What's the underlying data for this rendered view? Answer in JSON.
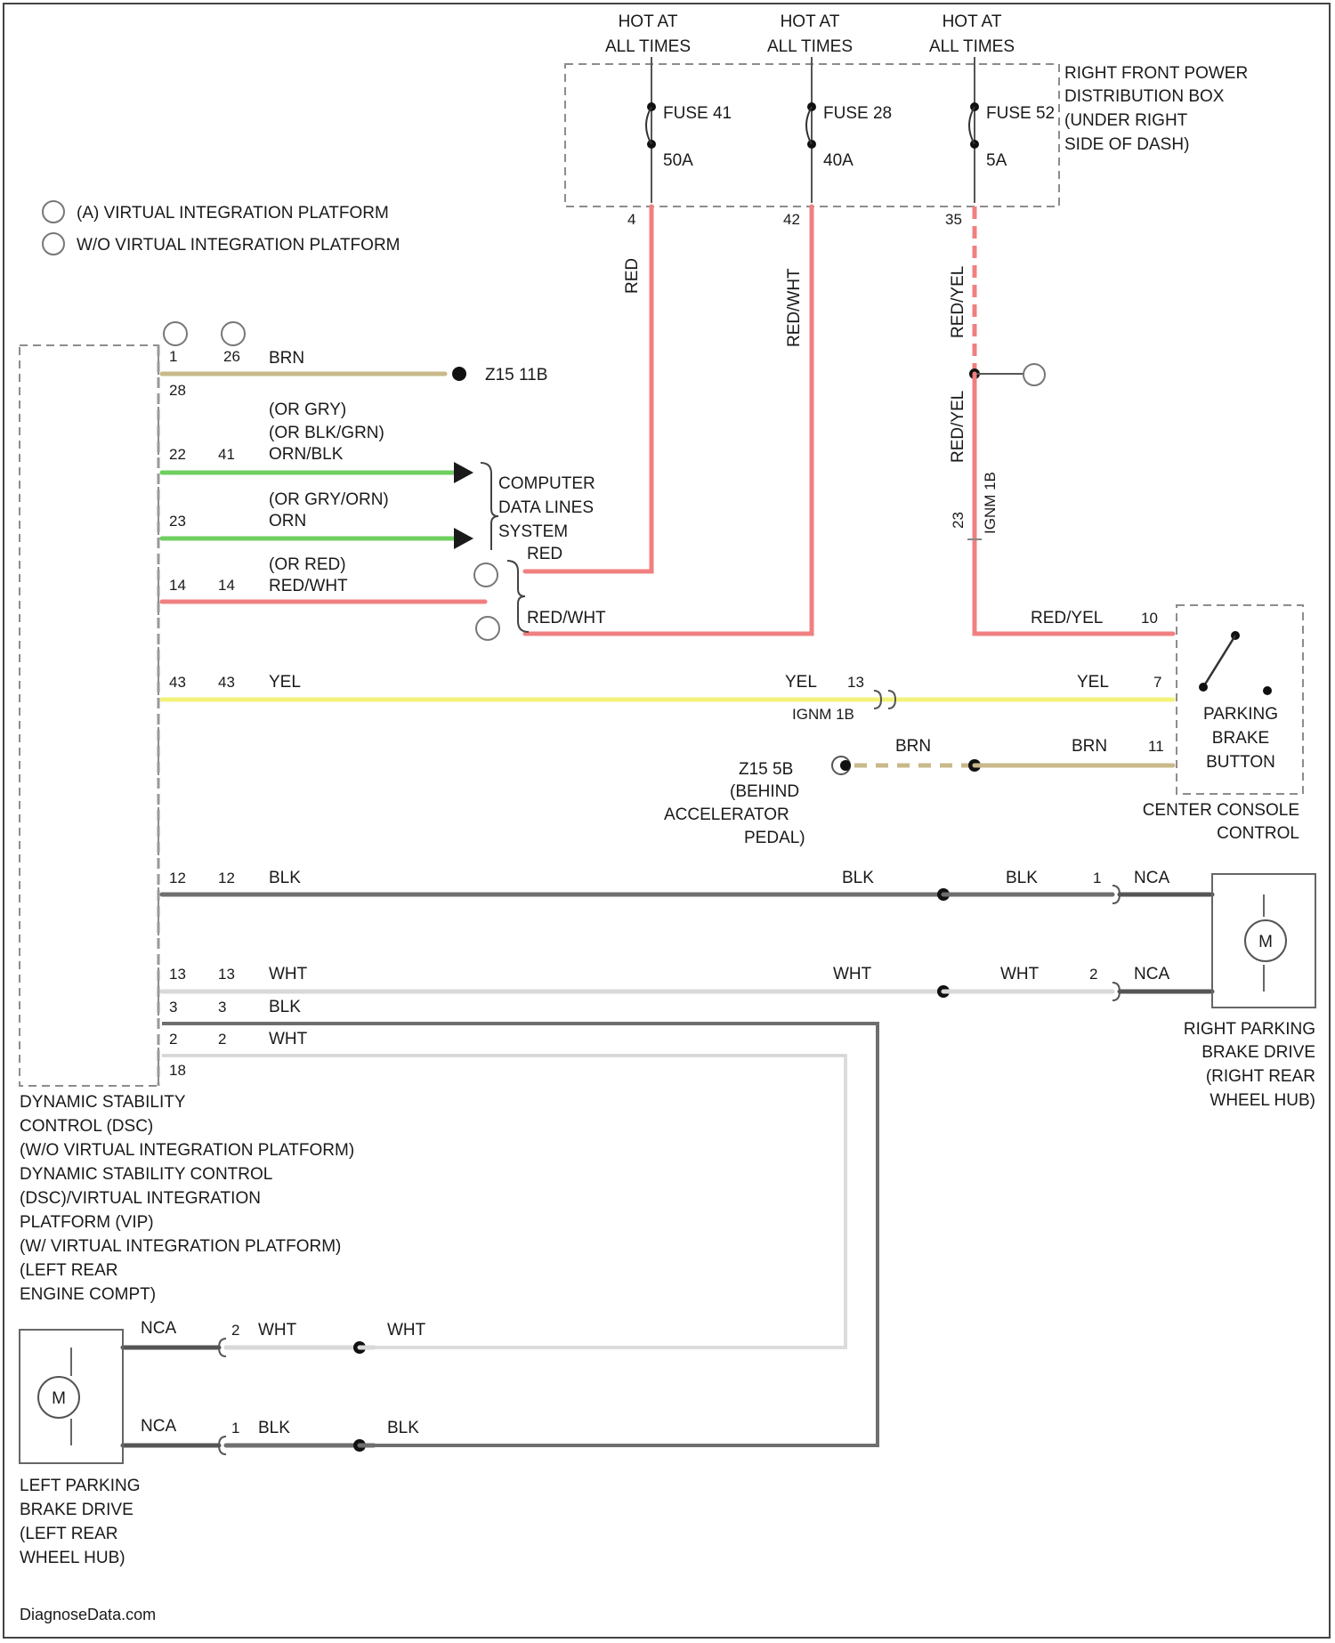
{
  "legend": {
    "a": "(A) VIRTUAL INTEGRATION PLATFORM",
    "b": "W/O VIRTUAL INTEGRATION PLATFORM"
  },
  "power": {
    "hot1": [
      "HOT AT",
      "ALL TIMES"
    ],
    "hot2": [
      "HOT AT",
      "ALL TIMES"
    ],
    "hot3": [
      "HOT AT",
      "ALL TIMES"
    ],
    "fuse41": "FUSE 41",
    "fuse41_amp": "50A",
    "fuse28": "FUSE 28",
    "fuse28_amp": "40A",
    "fuse52": "FUSE 52",
    "fuse52_amp": "5A",
    "box_label": [
      "RIGHT FRONT POWER",
      "DISTRIBUTION BOX",
      "(UNDER RIGHT",
      "SIDE OF DASH)"
    ],
    "pin4": "4",
    "pin42": "42",
    "pin35": "35",
    "wire_red": "RED",
    "wire_redwht": "RED/WHT",
    "wire_redyel": "RED/YEL"
  },
  "module_wires": {
    "pin_top_a": "1",
    "pin_top_b": "26",
    "brn_pin": "28",
    "brn_color": "BRN",
    "brn_ground": "Z15 11B",
    "opt1": "(OR GRY)",
    "opt2": "(OR BLK/GRN)",
    "orn_blk": "ORN/BLK",
    "pin22": "22",
    "pin41": "41",
    "opt3": "(OR GRY/ORN)",
    "orn": "ORN",
    "pin23": "23",
    "opt4": "(OR RED)",
    "redwht": "RED/WHT",
    "pin14a": "14",
    "pin14b": "14",
    "cdls": [
      "COMPUTER",
      "DATA LINES",
      "SYSTEM"
    ],
    "red_label": "RED",
    "redwht2": "RED/WHT",
    "yel": "YEL",
    "pin43a": "43",
    "pin43b": "43",
    "yel2": "YEL",
    "pin13": "13",
    "conn_x": "IGNM 1B",
    "yel3": "YEL",
    "pin7": "7",
    "redyel": "RED/YEL",
    "pin10": "10",
    "redyel_v": "RED/YEL",
    "pin23b": "23",
    "conn_v": "IGNM 1B",
    "ground2": "Z15 5B",
    "ground2_note": [
      "(BEHIND",
      "ACCELERATOR",
      "PEDAL)"
    ],
    "brn2": "BRN",
    "brn3": "BRN",
    "pin11": "11",
    "switch_label": [
      "PARKING",
      "BRAKE",
      "BUTTON"
    ],
    "switch_box": [
      "CENTER CONSOLE",
      "CONTROL"
    ]
  },
  "motor_wires": {
    "pin12a": "12",
    "pin12b": "12",
    "blk1": "BLK",
    "blk2": "BLK",
    "blk3": "BLK",
    "pin1r": "1",
    "nca1": "NCA",
    "pin13a": "13",
    "pin13b": "13",
    "wht1": "WHT",
    "wht2": "WHT",
    "wht3": "WHT",
    "pin2r": "2",
    "nca2": "NCA",
    "right_motor": [
      "RIGHT PARKING",
      "BRAKE DRIVE",
      "(RIGHT REAR",
      "WHEEL HUB)"
    ],
    "pin3a": "3",
    "pin3b": "3",
    "blk4": "BLK",
    "pin2a": "2",
    "pin2b": "2",
    "wht4": "WHT",
    "pin18": "18",
    "module_name": [
      "DYNAMIC STABILITY",
      "CONTROL (DSC)",
      "(W/O VIRTUAL INTEGRATION PLATFORM)",
      "DYNAMIC STABILITY CONTROL",
      "(DSC)/VIRTUAL INTEGRATION",
      "PLATFORM (VIP)",
      "(W/ VIRTUAL INTEGRATION PLATFORM)",
      "(LEFT REAR",
      "ENGINE COMPT)"
    ],
    "nca3": "NCA",
    "pin2l": "2",
    "wht5": "WHT",
    "wht6": "WHT",
    "nca4": "NCA",
    "pin1l": "1",
    "blk5": "BLK",
    "blk6": "BLK",
    "left_motor": [
      "LEFT PARKING",
      "BRAKE DRIVE",
      "(LEFT REAR",
      "WHEEL HUB)"
    ],
    "motor_symbol": "M"
  },
  "footer": "DiagnoseData.com",
  "colors": {
    "red": "#f08080",
    "green": "#6fcf5f",
    "yellow": "#f2f27a",
    "brown": "#c9b98a",
    "black": "#6e6e6e",
    "white": "#d8d8d8"
  }
}
